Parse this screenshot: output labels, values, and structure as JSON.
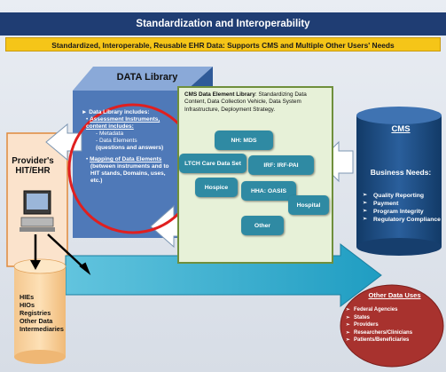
{
  "title": "Standardization and Interoperability",
  "subtitle": "Standardized, Interoperable, Reusable EHR Data: Supports CMS and Multiple Other Users' Needs",
  "data_library": {
    "title": "DATA Library",
    "includes_heading": "Data Library includes:",
    "item1_heading": "Assessment Instruments, content includes:",
    "item1_subitems": [
      "- Metadata",
      "- Data Elements",
      "(questions and answers)"
    ],
    "item2_heading": "Mapping of Data Elements",
    "item2_text": "(between instruments and to HIT stands, Domains, uses, etc.)"
  },
  "cms_library": {
    "heading": "CMS Data Element Library",
    "description": ": Standardizing Data Content, Data Collection Vehicle, Data System Infrastructure, Deployment Strategy.",
    "bubbles": [
      "NH: MDS",
      "LTCH Care Data Set",
      "IRF: IRF-PAI",
      "Hospice",
      "HHA: OASIS",
      "Hospital",
      "Other"
    ]
  },
  "cms": {
    "title": "CMS",
    "needs_label": "Business Needs:",
    "needs": [
      "Quality Reporting",
      "Payment",
      "Program Integrity",
      "Regulatory Compliance"
    ]
  },
  "provider": {
    "label": "Provider's HIT/EHR"
  },
  "hie": {
    "items": [
      "HIEs",
      "HIOs",
      "Registries",
      "Other Data",
      "Intermediaries"
    ]
  },
  "other_uses": {
    "title": "Other Data Uses",
    "items": [
      "Federal Agencies",
      "States",
      "Providers",
      "Researchers/Clinicians",
      "Patients/Beneficiaries"
    ]
  },
  "colors": {
    "title_bar": "#1f3d73",
    "subtitle_bar": "#f5c518",
    "cube": "#4f79b8",
    "cms_cylinder": "#1e4e86",
    "bubble": "#2f8aa3",
    "library_box": "#e7f1d8",
    "other_uses_oval": "#a8322e",
    "arrow": "#2aa7c9",
    "highlight_circle": "#e01f1f"
  }
}
